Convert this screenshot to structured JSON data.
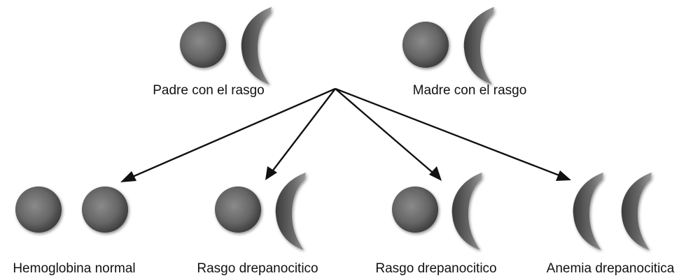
{
  "parents": [
    {
      "label": "Padre con el rasgo",
      "cells": [
        "normal-cell",
        "sickle-cell"
      ]
    },
    {
      "label": "Madre con el rasgo",
      "cells": [
        "normal-cell",
        "sickle-cell"
      ]
    }
  ],
  "children": [
    {
      "label": "Hemoglobina normal",
      "cells": [
        "normal-cell",
        "normal-cell"
      ]
    },
    {
      "label": "Rasgo drepanocitico",
      "cells": [
        "normal-cell",
        "sickle-cell"
      ]
    },
    {
      "label": "Rasgo drepanocitico",
      "cells": [
        "normal-cell",
        "sickle-cell"
      ]
    },
    {
      "label": "Anemia drepanocitica",
      "cells": [
        "sickle-cell",
        "sickle-cell"
      ]
    }
  ],
  "colors": {
    "cell_dark": "#3e3e3e",
    "cell_mid": "#6e6e6e",
    "cell_light": "#a8a8a8",
    "arrow": "#111111"
  }
}
